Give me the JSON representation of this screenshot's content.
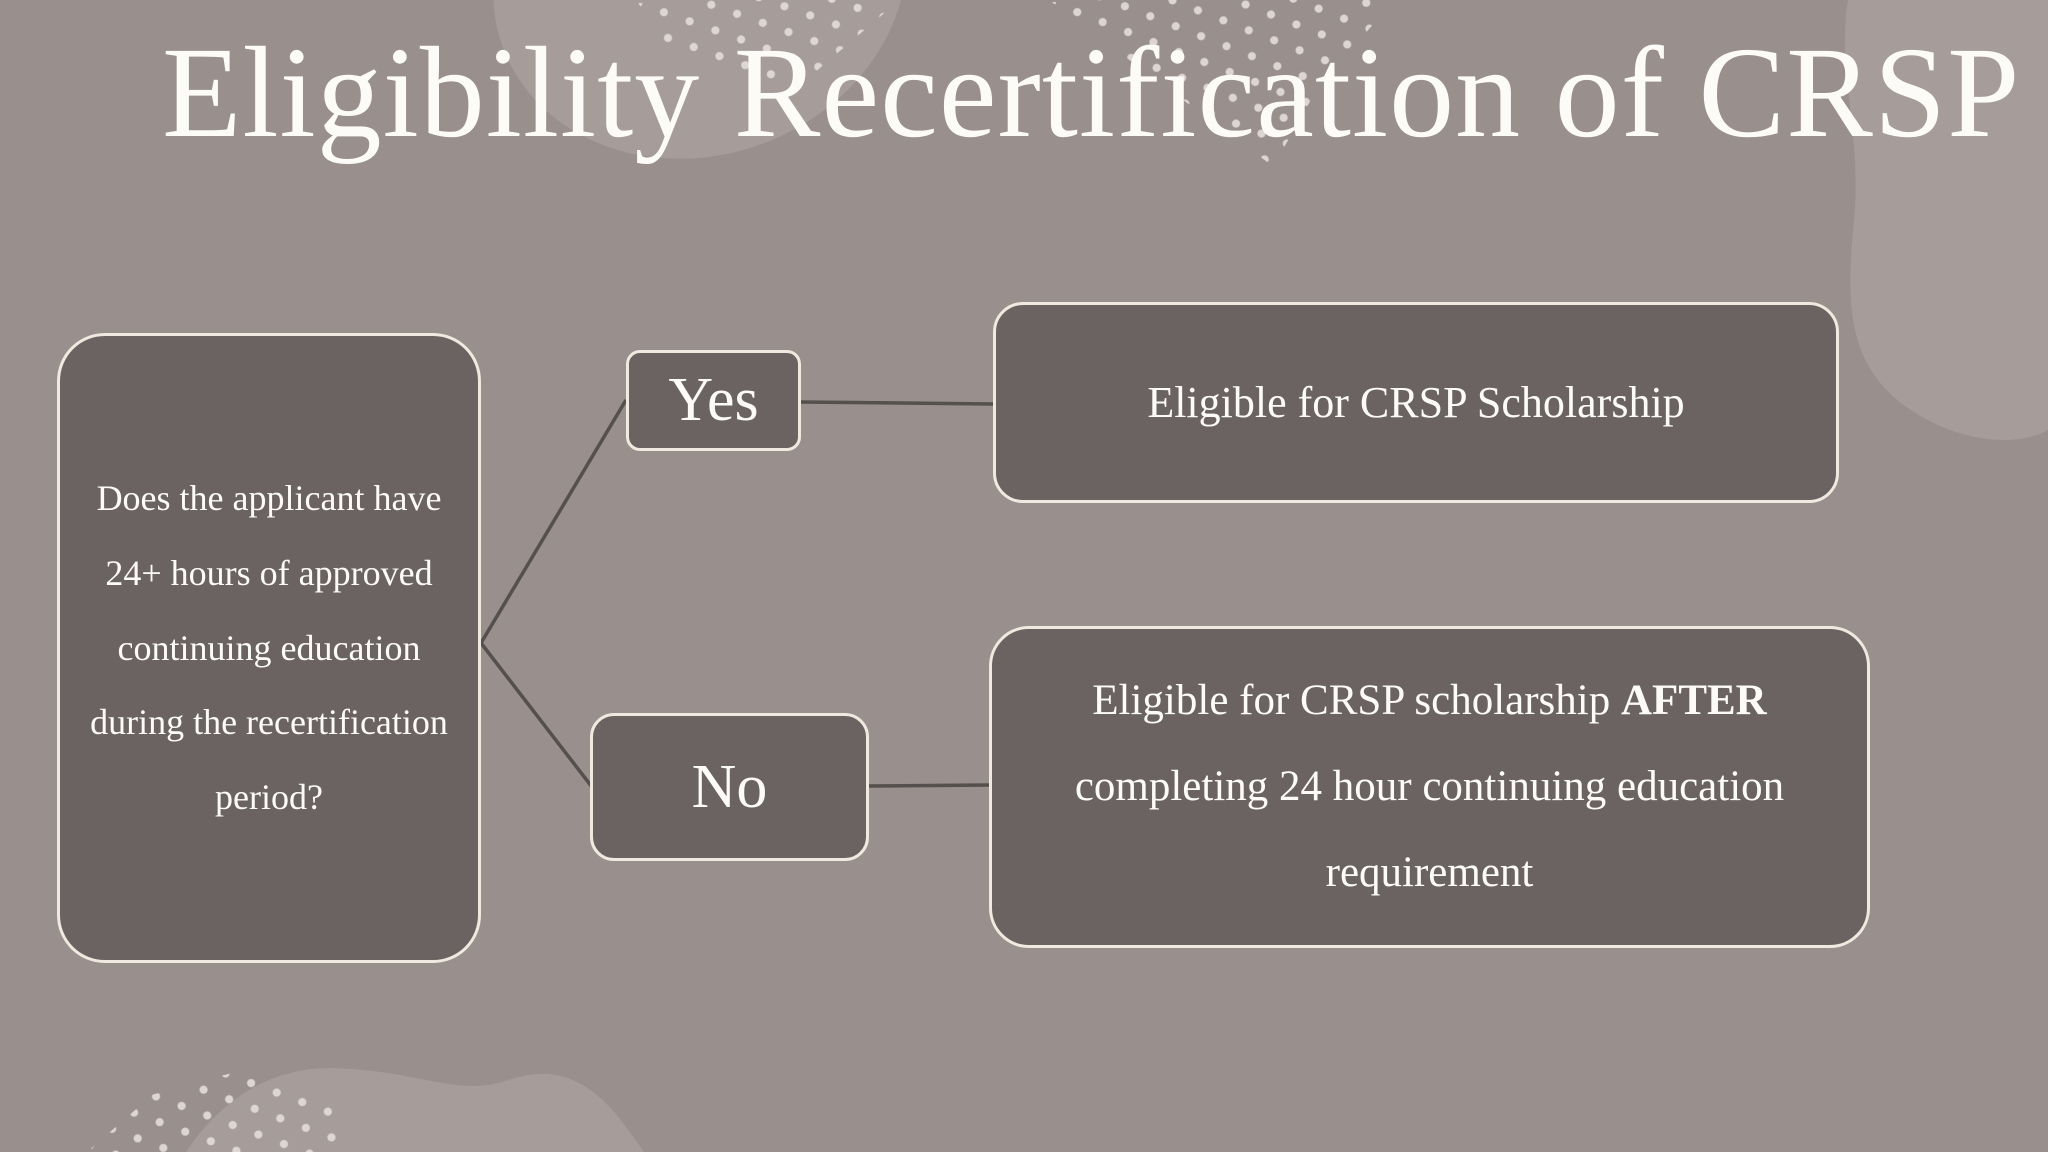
{
  "title": "Eligibility Recertification of CRSP",
  "flowchart": {
    "question": "Does the applicant have 24+ hours of approved continuing education during the recertification period?",
    "yes": {
      "label": "Yes",
      "outcome": "Eligible for CRSP Scholarship"
    },
    "no": {
      "label": "No",
      "outcome_before": "Eligible for CRSP scholarship ",
      "outcome_emphasis": "AFTER",
      "outcome_after": " completing 24 hour continuing education requirement"
    }
  },
  "colors": {
    "background": "#998f8d",
    "blob": "#a69d9b",
    "dot": "#e2dcd9",
    "box_fill": "#6a6361",
    "box_border": "#efe9df",
    "text": "#fcfbf8",
    "line": "#54504d"
  }
}
